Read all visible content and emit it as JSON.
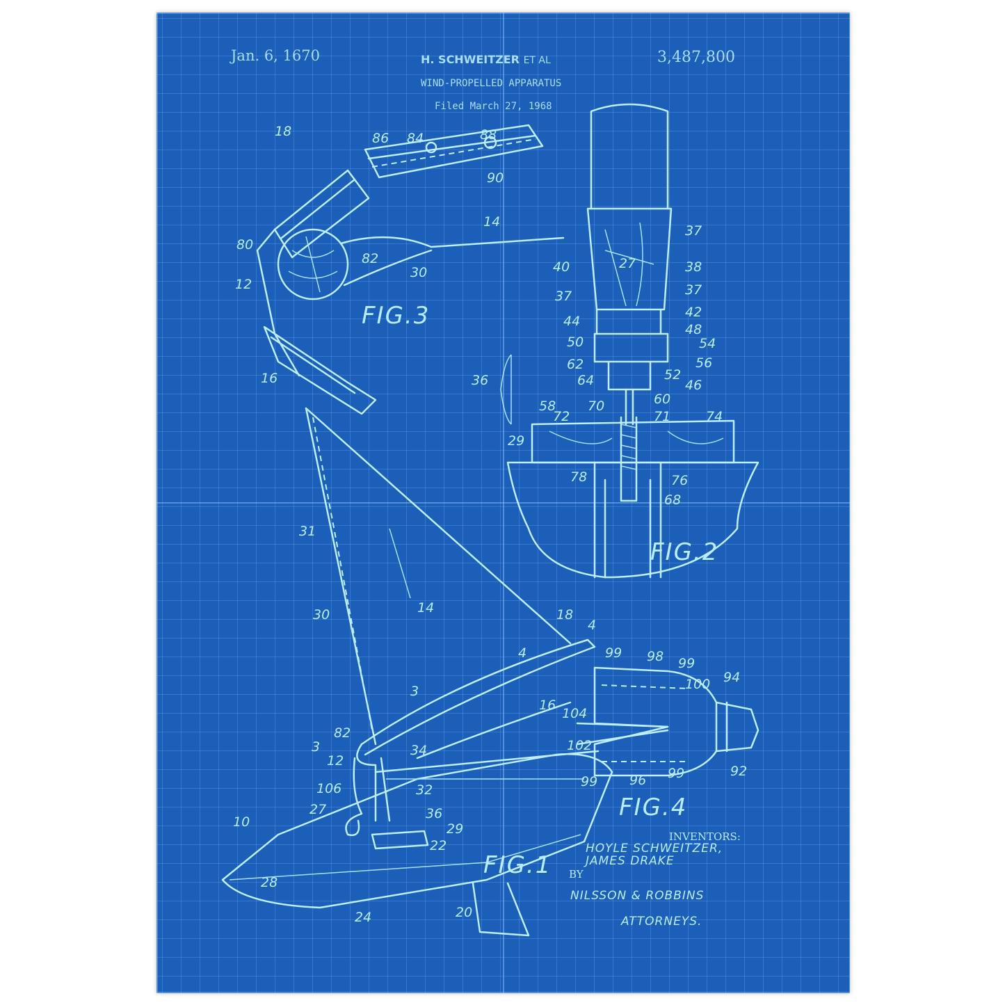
{
  "header": {
    "date": "Jan. 6, 1670",
    "inventor_line": "H. SCHWEITZER",
    "et_al": "ET AL",
    "patent_number": "3,487,800",
    "title": "WIND-PROPELLED APPARATUS",
    "filed": "Filed March 27, 1968"
  },
  "figures": {
    "fig1": {
      "label": "FIG.1",
      "numerals": [
        "31",
        "14",
        "30",
        "18",
        "4",
        "4",
        "16",
        "82",
        "3",
        "3",
        "12",
        "34",
        "106",
        "32",
        "27",
        "36",
        "29",
        "10",
        "22",
        "28",
        "20",
        "24"
      ]
    },
    "fig2": {
      "label": "FIG.2",
      "numerals": [
        "37",
        "40",
        "27",
        "38",
        "37",
        "37",
        "42",
        "44",
        "48",
        "50",
        "54",
        "62",
        "56",
        "64",
        "52",
        "36",
        "46",
        "58",
        "60",
        "70",
        "71",
        "72",
        "74",
        "29",
        "78",
        "76",
        "68"
      ]
    },
    "fig3": {
      "label": "FIG.3",
      "numerals": [
        "86",
        "84",
        "88",
        "90",
        "18",
        "14",
        "80",
        "82",
        "30",
        "12",
        "16"
      ]
    },
    "fig4": {
      "label": "FIG.4",
      "numerals": [
        "99",
        "98",
        "99",
        "100",
        "94",
        "104",
        "102",
        "99",
        "96",
        "99",
        "92"
      ]
    }
  },
  "signature": {
    "inventors_label": "INVENTORS:",
    "inventors": "HOYLE SCHWEITZER,",
    "inventors2": "JAMES DRAKE",
    "by": "BY",
    "attorneys_firm": "NILSSON & ROBBINS",
    "attorneys_label": "ATTORNEYS."
  },
  "colors": {
    "background": "#1b5fb8",
    "ink": "#bdeeff"
  }
}
